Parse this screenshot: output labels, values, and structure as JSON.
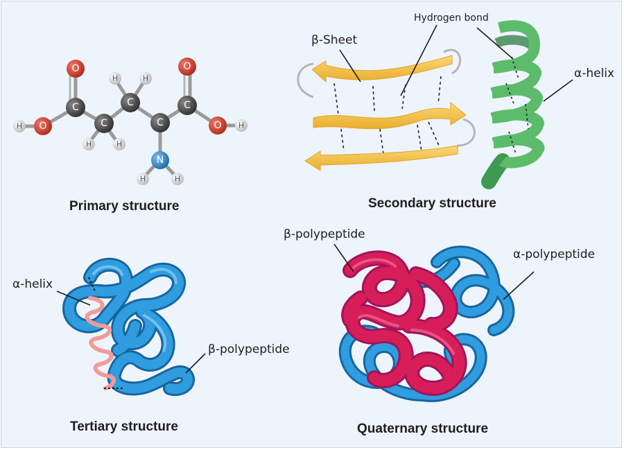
{
  "panels": {
    "primary": {
      "title": "Primary structure"
    },
    "secondary": {
      "title": "Secondary structure"
    },
    "tertiary": {
      "title": "Tertiary structure"
    },
    "quaternary": {
      "title": "Quaternary structure"
    }
  },
  "labels": {
    "beta_sheet": "β-Sheet",
    "hydrogen_bond": "Hydrogen bond",
    "alpha_helix_secondary": "α-helix",
    "alpha_helix_tertiary": "α-helix",
    "beta_polypeptide_tertiary": "β-polypeptide",
    "beta_polypeptide_quaternary": "β-polypeptide",
    "alpha_polypeptide": "α-polypeptide"
  },
  "molecule": {
    "carbon": "C",
    "oxygen": "O",
    "nitrogen": "N",
    "hydrogen": "H"
  },
  "colors": {
    "background": "#eef4fc",
    "carbon": "#3a3a3a",
    "oxygen": "#c0392b",
    "nitrogen": "#2b7bbd",
    "hydrogen": "#d6d6d6",
    "sheet": "#f5c542",
    "helix_green": "#4caf5f",
    "tertiary_blue": "#2b8fd1",
    "tertiary_helix": "#f29a9a",
    "quaternary_red": "#d01c4f",
    "quaternary_blue": "#2b8fd1"
  }
}
